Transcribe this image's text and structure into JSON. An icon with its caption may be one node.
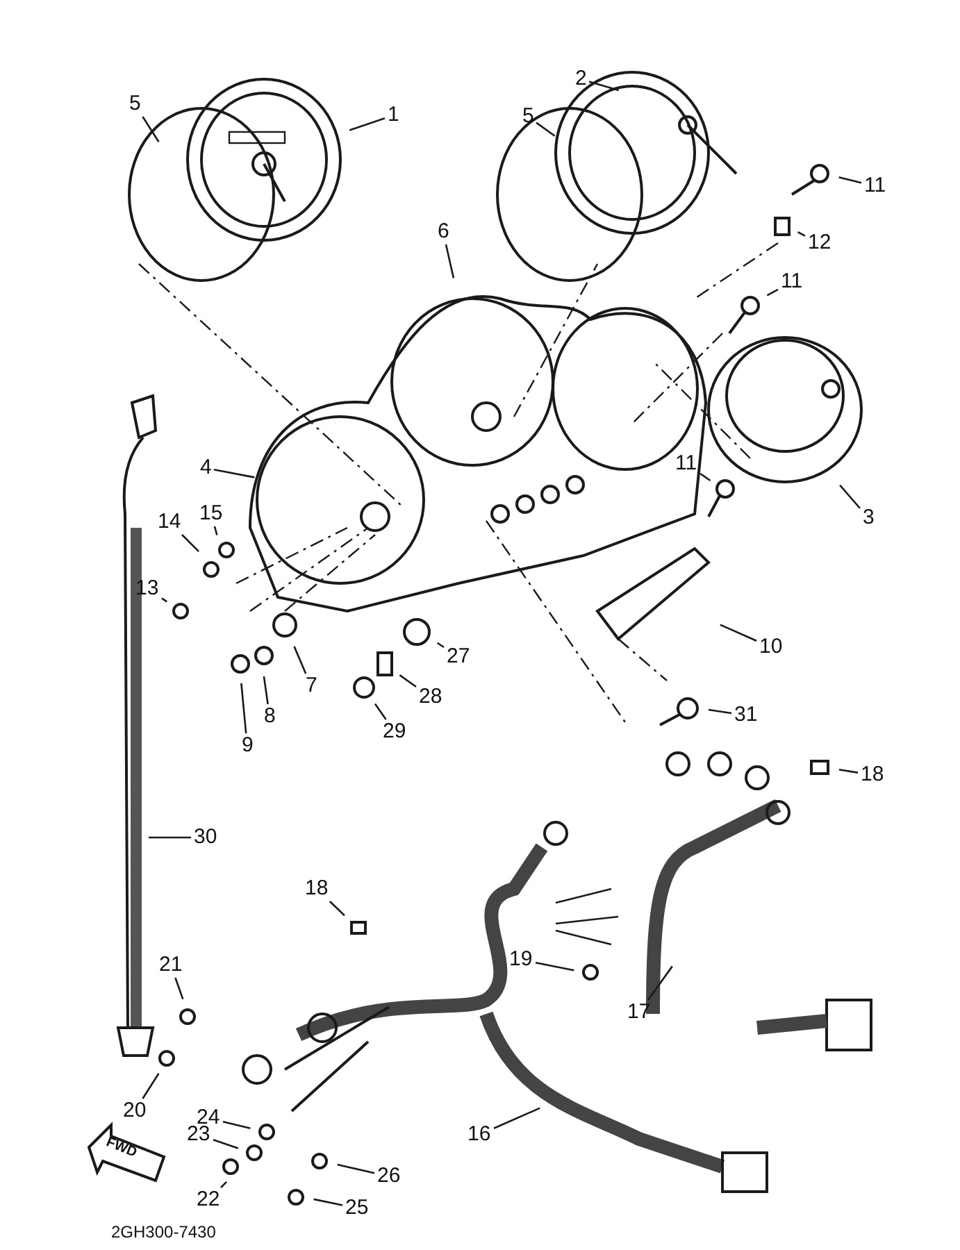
{
  "diagram": {
    "nodes": [
      {
        "text": [
          "2"
        ]
      },
      {
        "text": [
          "5"
        ]
      },
      {
        "text": [
          "1"
        ]
      },
      {
        "text": [
          "5"
        ]
      },
      {
        "text": [
          "11"
        ]
      },
      {
        "text": [
          "12"
        ]
      },
      {
        "text": [
          "6"
        ]
      },
      {
        "text": [
          "11"
        ]
      },
      {
        "text": [
          "4"
        ]
      },
      {
        "text": [
          "11"
        ]
      },
      {
        "text": [
          "3"
        ]
      },
      {
        "text": [
          "15"
        ]
      },
      {
        "text": [
          "14"
        ]
      },
      {
        "text": [
          "13"
        ]
      },
      {
        "text": [
          "7"
        ]
      },
      {
        "text": [
          "27"
        ]
      },
      {
        "text": [
          "10"
        ]
      },
      {
        "text": [
          "8"
        ]
      },
      {
        "text": [
          "28"
        ]
      },
      {
        "text": [
          "9"
        ]
      },
      {
        "text": [
          "29"
        ]
      },
      {
        "text": [
          "31"
        ]
      },
      {
        "text": [
          "18"
        ]
      },
      {
        "text": [
          "30"
        ]
      },
      {
        "text": [
          "18"
        ]
      },
      {
        "text": [
          "19"
        ]
      },
      {
        "text": [
          "21"
        ]
      },
      {
        "text": [
          "17"
        ]
      },
      {
        "text": [
          "20"
        ]
      },
      {
        "text": [
          "24"
        ]
      },
      {
        "text": [
          "16"
        ]
      },
      {
        "text": [
          "23"
        ]
      },
      {
        "text": [
          "26"
        ]
      },
      {
        "text": [
          "22"
        ]
      },
      {
        "text": [
          "25"
        ]
      }
    ],
    "edges": [
      {
        "from": 0,
        "to": null,
        "arrow": "none"
      },
      {
        "from": 1,
        "to": null,
        "arrow": "none"
      },
      {
        "from": 2,
        "to": null,
        "arrow": "none"
      },
      {
        "from": 3,
        "to": null,
        "arrow": "none"
      },
      {
        "from": 4,
        "to": null,
        "arrow": "none"
      },
      {
        "from": 5,
        "to": null,
        "arrow": "none"
      },
      {
        "from": 6,
        "to": null,
        "arrow": "none"
      },
      {
        "from": 7,
        "to": null,
        "arrow": "none"
      },
      {
        "from": 8,
        "to": null,
        "arrow": "none"
      },
      {
        "from": 9,
        "to": null,
        "arrow": "none"
      },
      {
        "from": 10,
        "to": null,
        "arrow": "none"
      },
      {
        "from": 11,
        "to": null,
        "arrow": "none"
      },
      {
        "from": 12,
        "to": null,
        "arrow": "none"
      },
      {
        "from": 13,
        "to": null,
        "arrow": "none"
      },
      {
        "from": 14,
        "to": null,
        "arrow": "none"
      },
      {
        "from": 15,
        "to": null,
        "arrow": "none"
      },
      {
        "from": 16,
        "to": null,
        "arrow": "none"
      },
      {
        "from": 17,
        "to": null,
        "arrow": "none"
      },
      {
        "from": 18,
        "to": null,
        "arrow": "none"
      },
      {
        "from": 19,
        "to": null,
        "arrow": "none"
      },
      {
        "from": 20,
        "to": null,
        "arrow": "none"
      },
      {
        "from": 21,
        "to": null,
        "arrow": "none"
      },
      {
        "from": 22,
        "to": null,
        "arrow": "none"
      },
      {
        "from": 23,
        "to": null,
        "arrow": "none"
      },
      {
        "from": 24,
        "to": null,
        "arrow": "none"
      },
      {
        "from": 25,
        "to": null,
        "arrow": "none"
      },
      {
        "from": 26,
        "to": null,
        "arrow": "none"
      },
      {
        "from": 27,
        "to": null,
        "arrow": "none"
      },
      {
        "from": 28,
        "to": null,
        "arrow": "none"
      },
      {
        "from": 29,
        "to": null,
        "arrow": "none"
      },
      {
        "from": 30,
        "to": null,
        "arrow": "none"
      },
      {
        "from": 31,
        "to": null,
        "arrow": "none"
      },
      {
        "from": 32,
        "to": null,
        "arrow": "none"
      },
      {
        "from": 33,
        "to": null,
        "arrow": "none"
      },
      {
        "from": 34,
        "to": null,
        "arrow": "none"
      }
    ],
    "labels": [
      "FWD",
      "2GH300-7430"
    ]
  }
}
